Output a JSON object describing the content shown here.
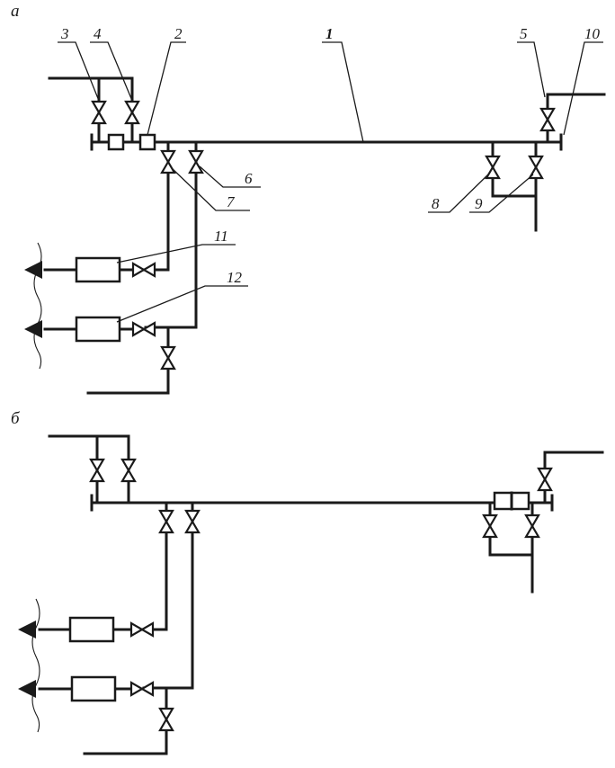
{
  "panels": {
    "a": "а",
    "b": "б"
  },
  "labels": {
    "n1": "1",
    "n2": "2",
    "n3": "3",
    "n4": "4",
    "n5": "5",
    "n6": "6",
    "n7": "7",
    "n8": "8",
    "n9": "9",
    "n10": "10",
    "n11": "11",
    "n12": "12"
  }
}
